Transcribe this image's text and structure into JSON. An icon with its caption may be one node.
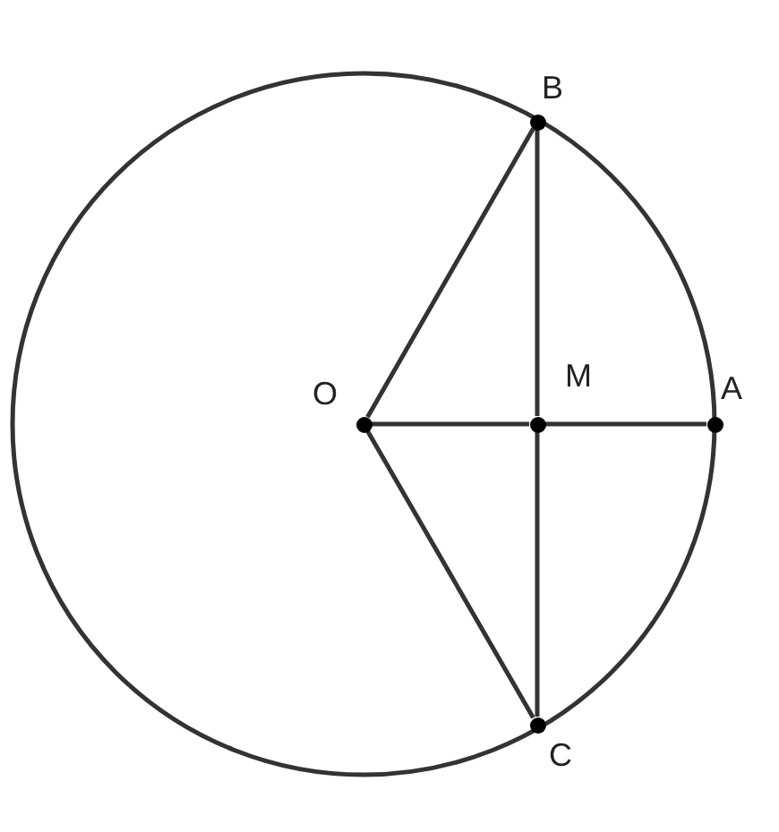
{
  "diagram": {
    "nodes": [
      {
        "text": [
          "O"
        ]
      },
      {
        "text": [
          "B"
        ]
      },
      {
        "text": [
          "M"
        ]
      },
      {
        "text": [
          "A"
        ]
      },
      {
        "text": [
          "C"
        ]
      }
    ],
    "edges": [
      {
        "from": 0,
        "to": 1,
        "arrow": "none"
      },
      {
        "from": 0,
        "to": 4,
        "arrow": "none"
      },
      {
        "from": 1,
        "to": 2,
        "arrow": "none"
      },
      {
        "from": 2,
        "to": 4,
        "arrow": "none"
      },
      {
        "from": 0,
        "to": 2,
        "arrow": "none"
      },
      {
        "from": 2,
        "to": 3,
        "arrow": "none"
      }
    ]
  }
}
